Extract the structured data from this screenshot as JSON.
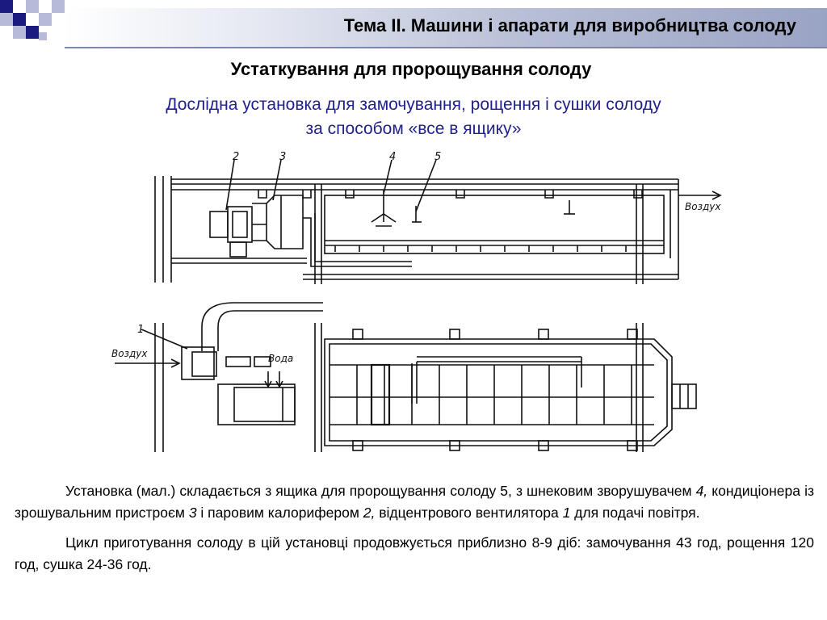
{
  "header": {
    "slide_title": "Тема II. Машини і апарати для виробництва солоду"
  },
  "heading": "Устаткування для пророщування солоду",
  "subheading": {
    "line1": "Дослідна установка для замочування, рощення і сушки солоду",
    "line2": "за способом «все в ящику»"
  },
  "figure": {
    "callouts": {
      "n1": "1",
      "n2": "2",
      "n3": "3",
      "n4": "4",
      "n5": "5"
    },
    "labels": {
      "air_out": "Воздух",
      "air_in": "Воздух",
      "water": "Вода"
    }
  },
  "body": {
    "p1": {
      "a": "Установка (мал.) складається з ящика для пророщування солоду 5, з шнековим зворушувачем ",
      "n4": "4,",
      "b": " кондиціонера із зрошувальним пристроєм ",
      "n3": "3",
      "c": " і паровим калорифером ",
      "n2": "2,",
      "d": " відцентрового вентилятора ",
      "n1": "1",
      "e": " для подачі повітря."
    },
    "p2": "Цикл приготування солоду в цій установці продовжується приблизно 8-9 діб: замочування 43 год, рощення 120 год, сушка 24-36 год."
  },
  "colors": {
    "corner_dark": "#1a1a80",
    "corner_light": "#b5bbd8",
    "subheading": "#1f1f8f",
    "drawing_ink": "#111111"
  }
}
